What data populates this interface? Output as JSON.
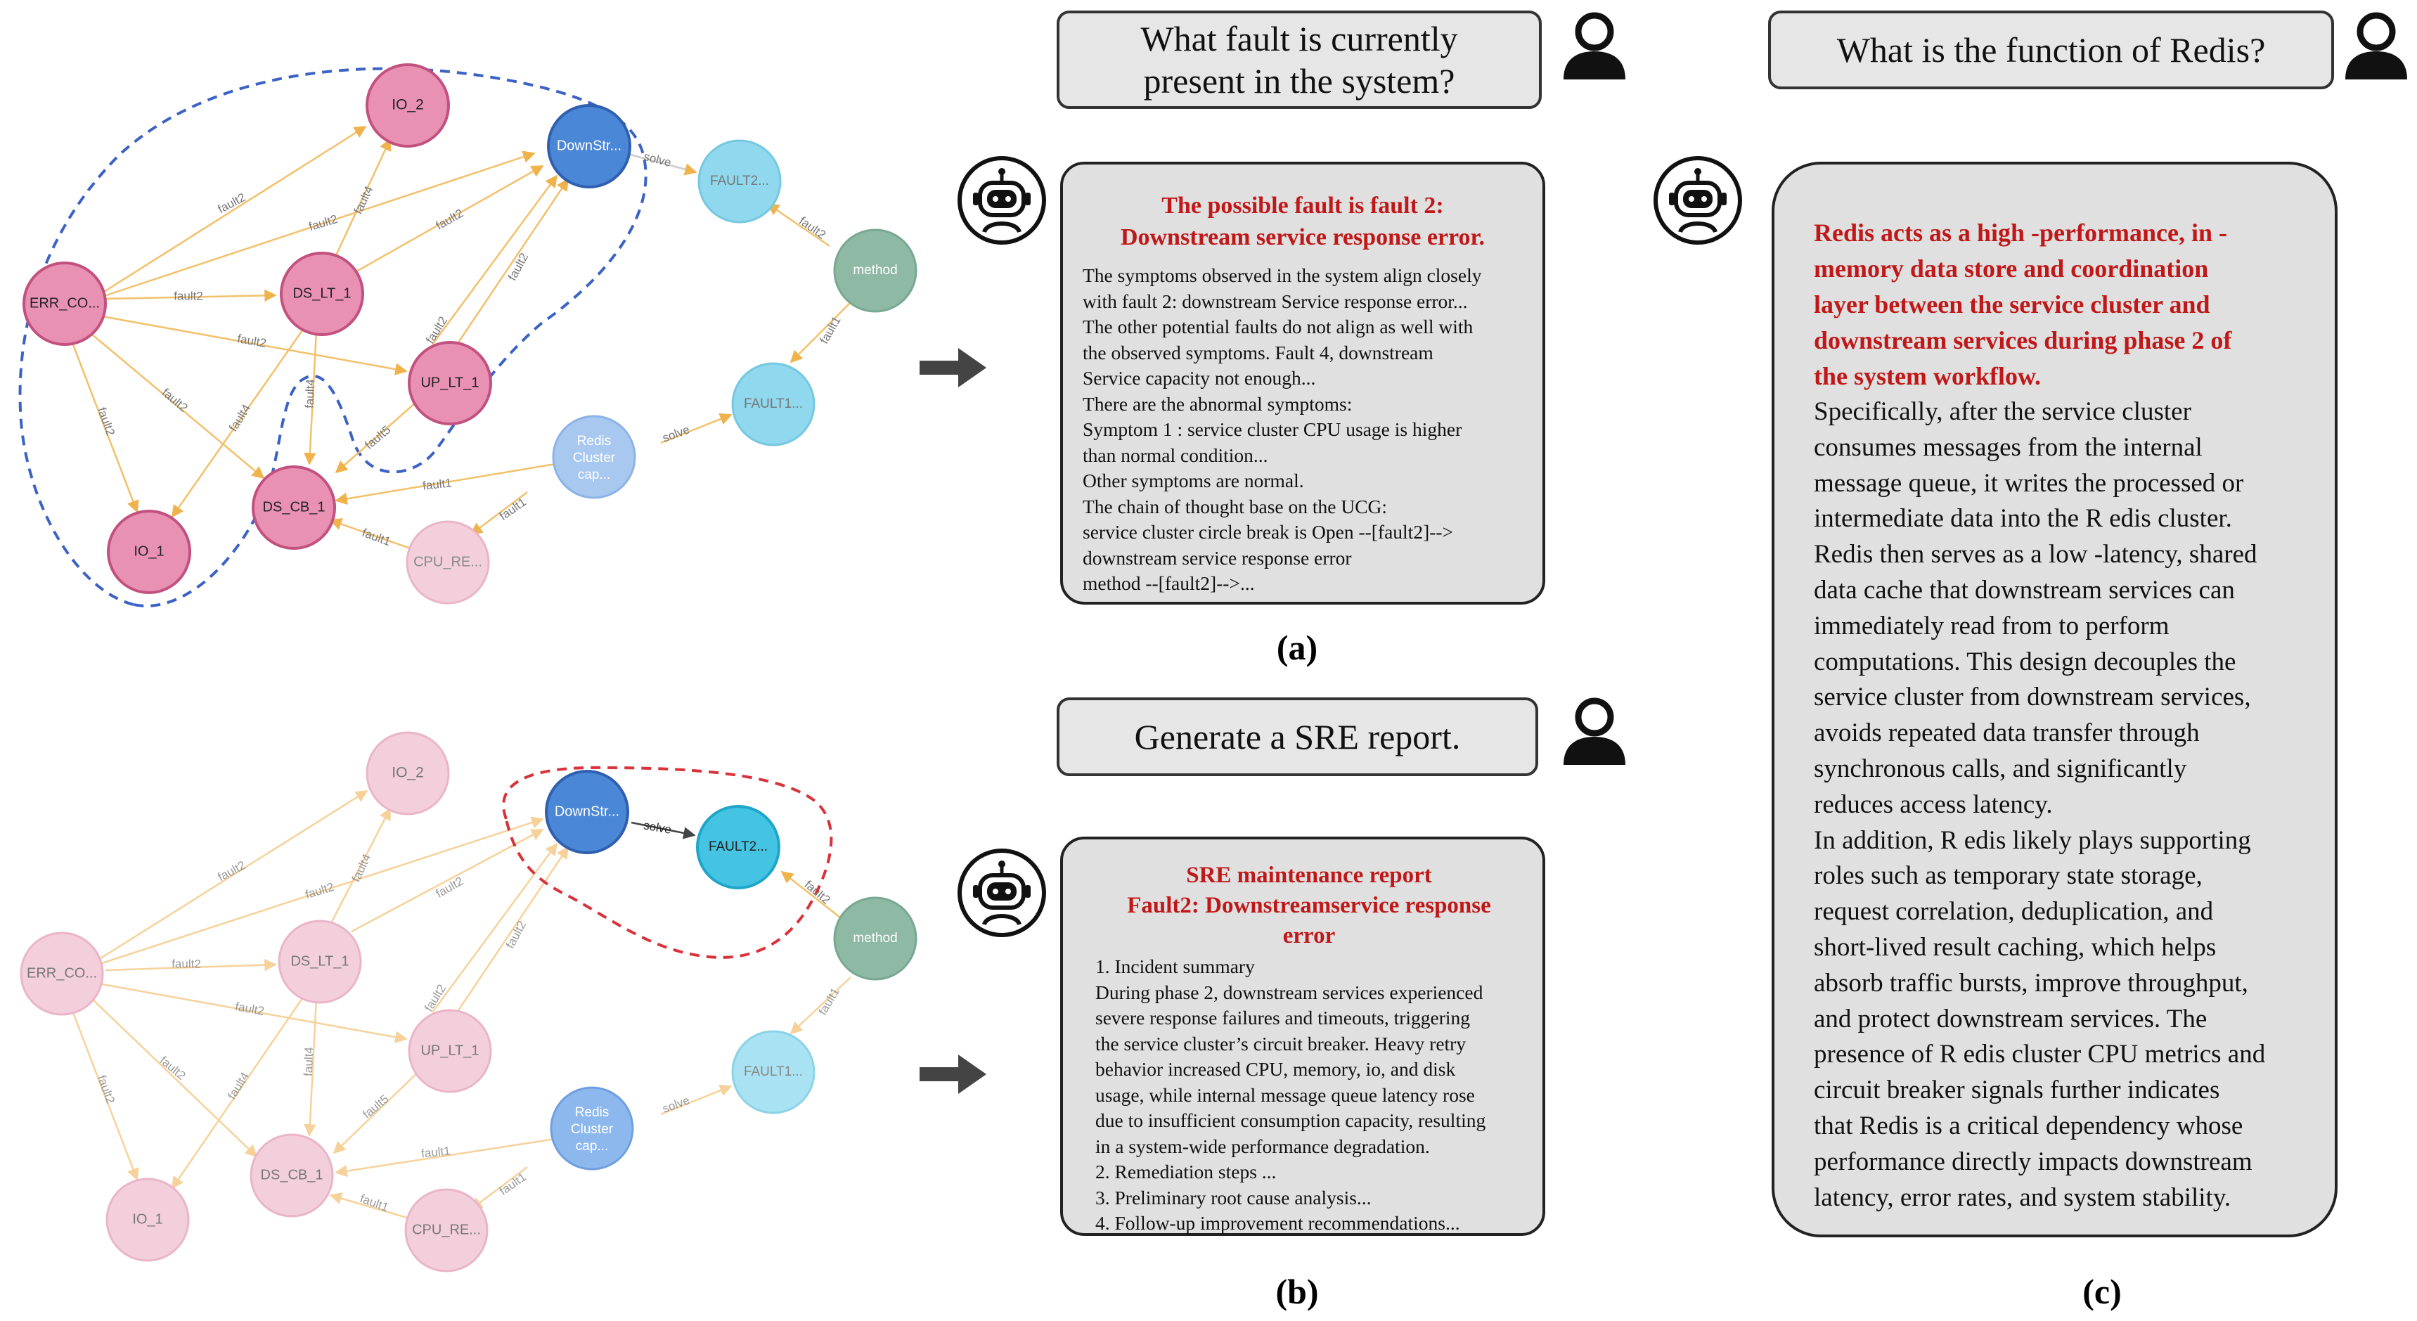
{
  "graph_nodes": {
    "io2": "IO_2",
    "downstr": "DownStr...",
    "fault2": "FAULT2...",
    "method": "method",
    "errco": "ERR_CO...",
    "dslt1": "DS_LT_1",
    "uplt1": "UP_LT_1",
    "fault1": "FAULT1...",
    "dscb1": "DS_CB_1",
    "io1": "IO_1",
    "cpure": "CPU_RE...",
    "redis": [
      "Redis",
      "Cluster",
      "cap..."
    ]
  },
  "edge_labels": {
    "fault1": "fault1",
    "fault2": "fault2",
    "fault4": "fault4",
    "fault5": "fault5",
    "solve": "solve"
  },
  "panel_a": {
    "question": [
      "What fault is currently",
      "present in the system?"
    ],
    "answer_title": [
      "The possible fault is fault 2:",
      "Downstream service response error."
    ],
    "answer_body": [
      "The symptoms observed in the system align closely",
      "with fault 2: downstream Service response error...",
      "The other potential faults do not align as well with",
      "the observed symptoms. Fault 4, downstream",
      "Service capacity not enough...",
      "There are the abnormal symptoms:",
      "Symptom 1 : service cluster CPU usage is higher",
      "than normal condition...",
      "Other symptoms are normal.",
      "The chain of thought base on the UCG:",
      "service cluster circle break is Open --[fault2]-->",
      "downstream service response error",
      "method --[fault2]-->..."
    ],
    "caption": "(a)"
  },
  "panel_b": {
    "question": "Generate a SRE report.",
    "answer_title": [
      "SRE maintenance report",
      "Fault2: Downstreamservice response",
      "error"
    ],
    "answer_body": [
      "1. Incident summary",
      "During phase 2, downstream services experienced",
      "severe response failures and timeouts, triggering",
      "the service cluster’s circuit breaker. Heavy retry",
      "behavior increased CPU, memory, io, and disk",
      "usage, while internal message queue latency rose",
      "due to insufficient consumption capacity, resulting",
      "in a system-wide performance degradation.",
      "2. Remediation steps ...",
      "3. Preliminary root cause analysis...",
      "4. Follow-up improvement recommendations..."
    ],
    "caption": "(b)"
  },
  "panel_c": {
    "question": "What is the function of Redis?",
    "answer_title": [
      "Redis acts as a high -performance, in -",
      "memory data store and coordination",
      "layer between the service cluster and",
      "downstream services during  phase 2 of",
      "the system workflow."
    ],
    "answer_body": [
      "Specifically, after the service cluster",
      "consumes messages from the internal",
      "message queue, it writes the processed or",
      "intermediate data into the R edis cluster.",
      "Redis then serves as a low -latency, shared",
      "data cache that downstream services can",
      "immediately read from to perform",
      "computations. This design decouples the",
      "service cluster from downstream services,",
      "avoids repeated data transfer through",
      "synchronous calls, and significantly",
      "reduces access latency.",
      "In addition, R edis likely plays supporting",
      "roles such as temporary state storage,",
      "request correlation, deduplication, and",
      "short-lived result caching, which helps",
      "absorb traffic bursts, improve throughput,",
      "and protect downstream services. The",
      "presence of R edis cluster CPU metrics and",
      "circuit breaker signals further indicates",
      "that Redis is a critical dependency whose",
      "performance directly impacts downstream",
      "latency, error rates, and system stability."
    ],
    "caption": "(c)"
  },
  "colors": {
    "node_pink": "#e891b3",
    "node_pink_stroke": "#c2517f",
    "node_blue": "#4a87d6",
    "node_cyan": "#8fd8ee",
    "node_teal": "#8eb9a5",
    "node_redis": "#a9c8f0",
    "edge": "#f3c06a",
    "answer_title": "#c01818",
    "cluster_blue": "#3b62c4",
    "cluster_red": "#d8323a"
  },
  "icons": [
    "user-icon",
    "robot-icon",
    "right-arrow-icon"
  ]
}
